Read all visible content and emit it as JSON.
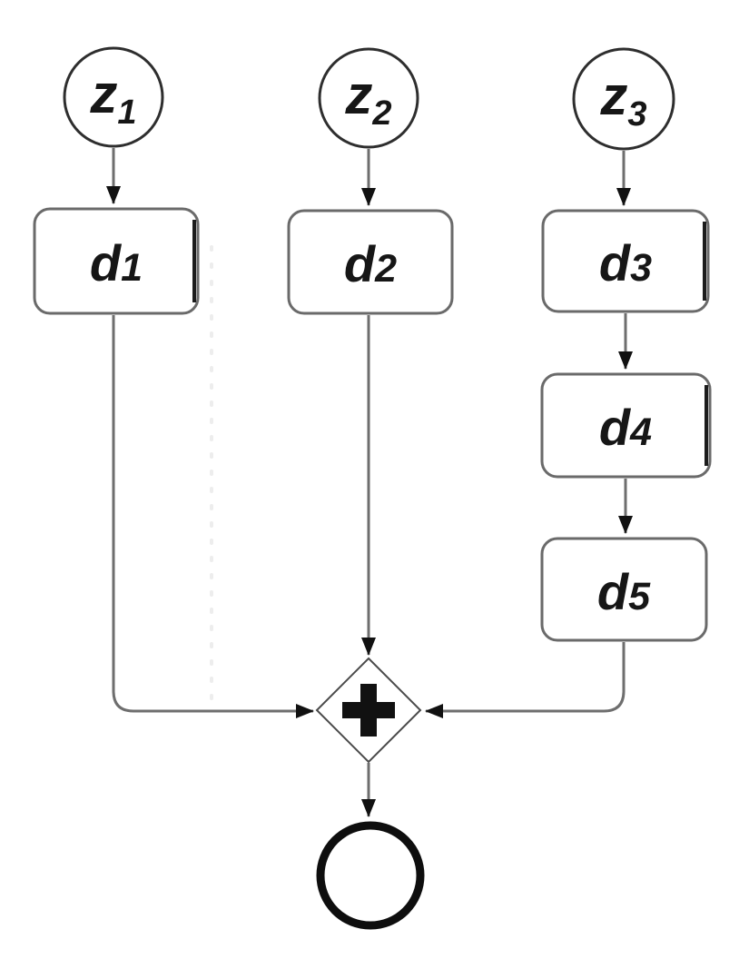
{
  "diagram": {
    "type": "bpmn-process-flow",
    "background_color": "#ffffff",
    "colors": {
      "connector": "#6e6e6e",
      "arrowhead": "#111111",
      "task_border": "#6a6a6a",
      "start_event_border": "#2e2e2e",
      "gateway_border": "#4a4a4a",
      "gateway_symbol": "#111111",
      "end_event_border": "#0e0e0e",
      "label_text": "#161616"
    },
    "start_events": [
      {
        "id": "z1",
        "label_main": "z",
        "label_sub": "1"
      },
      {
        "id": "z2",
        "label_main": "z",
        "label_sub": "2"
      },
      {
        "id": "z3",
        "label_main": "z",
        "label_sub": "3"
      }
    ],
    "tasks": [
      {
        "id": "d1",
        "label_main": "d",
        "label_sub": "1"
      },
      {
        "id": "d2",
        "label_main": "d",
        "label_sub": "2"
      },
      {
        "id": "d3",
        "label_main": "d",
        "label_sub": "3"
      },
      {
        "id": "d4",
        "label_main": "d",
        "label_sub": "4"
      },
      {
        "id": "d5",
        "label_main": "d",
        "label_sub": "5"
      }
    ],
    "gateway": {
      "kind": "parallel-join",
      "symbol": "plus"
    },
    "end_event": {
      "kind": "end"
    },
    "flows": [
      "z1->d1",
      "z2->d2",
      "z3->d3",
      "d3->d4",
      "d4->d5",
      "d1->gateway",
      "d2->gateway",
      "d5->gateway",
      "gateway->end"
    ]
  }
}
